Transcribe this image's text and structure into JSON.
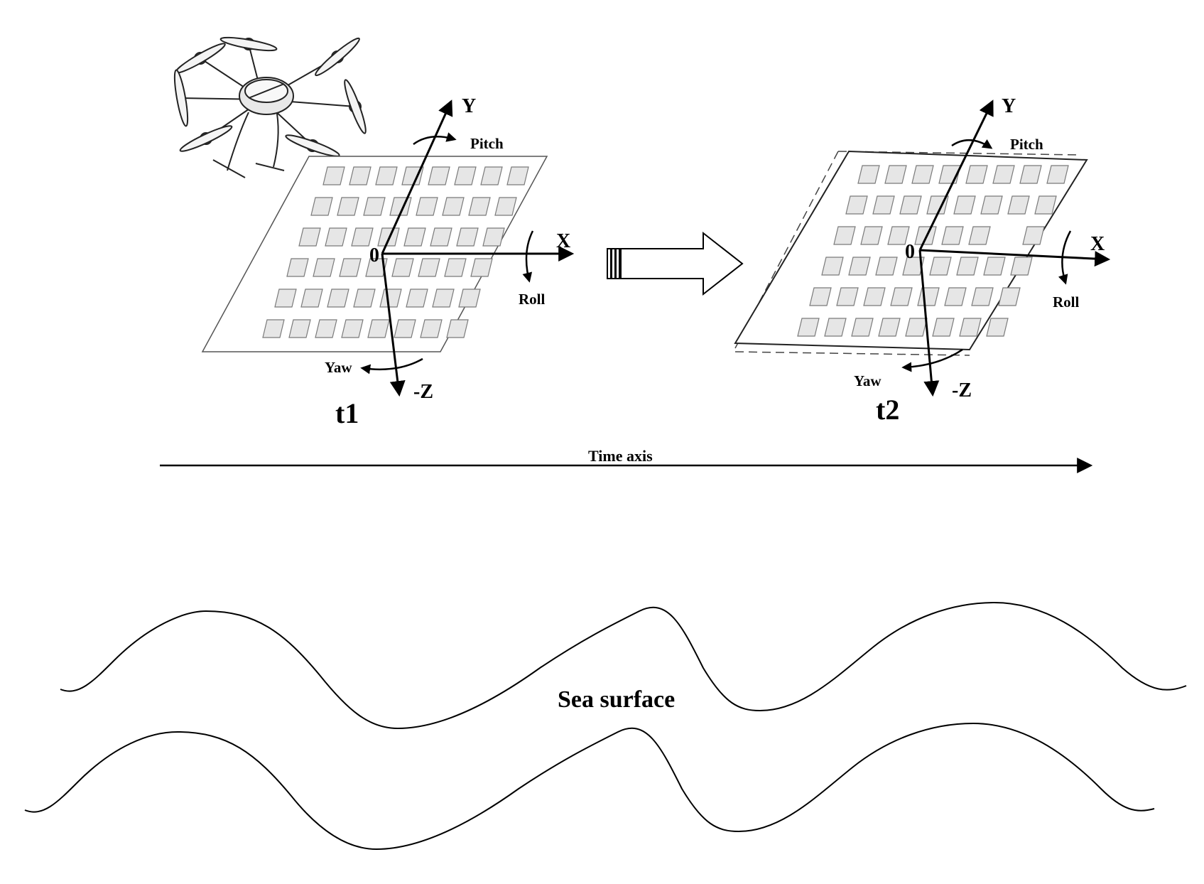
{
  "colors": {
    "stroke": "#000000",
    "cell_fill": "#e6e6e6",
    "cell_stroke": "#7a7a7a",
    "panel_stroke": "#555555"
  },
  "frame_t1": {
    "y_label": "Y",
    "x_label": "X",
    "z_label": "-Z",
    "origin_label": "0",
    "pitch_label": "Pitch",
    "roll_label": "Roll",
    "yaw_label": "Yaw",
    "time_label": "t1"
  },
  "frame_t2": {
    "y_label": "Y",
    "x_label": "X",
    "z_label": "-Z",
    "origin_label": "0",
    "pitch_label": "Pitch",
    "roll_label": "Roll",
    "yaw_label": "Yaw",
    "time_label": "t2"
  },
  "time_axis_label": "Time axis",
  "sea_label": "Sea surface",
  "icons": [
    "hexacopter-drone-icon",
    "transition-arrow-icon"
  ]
}
